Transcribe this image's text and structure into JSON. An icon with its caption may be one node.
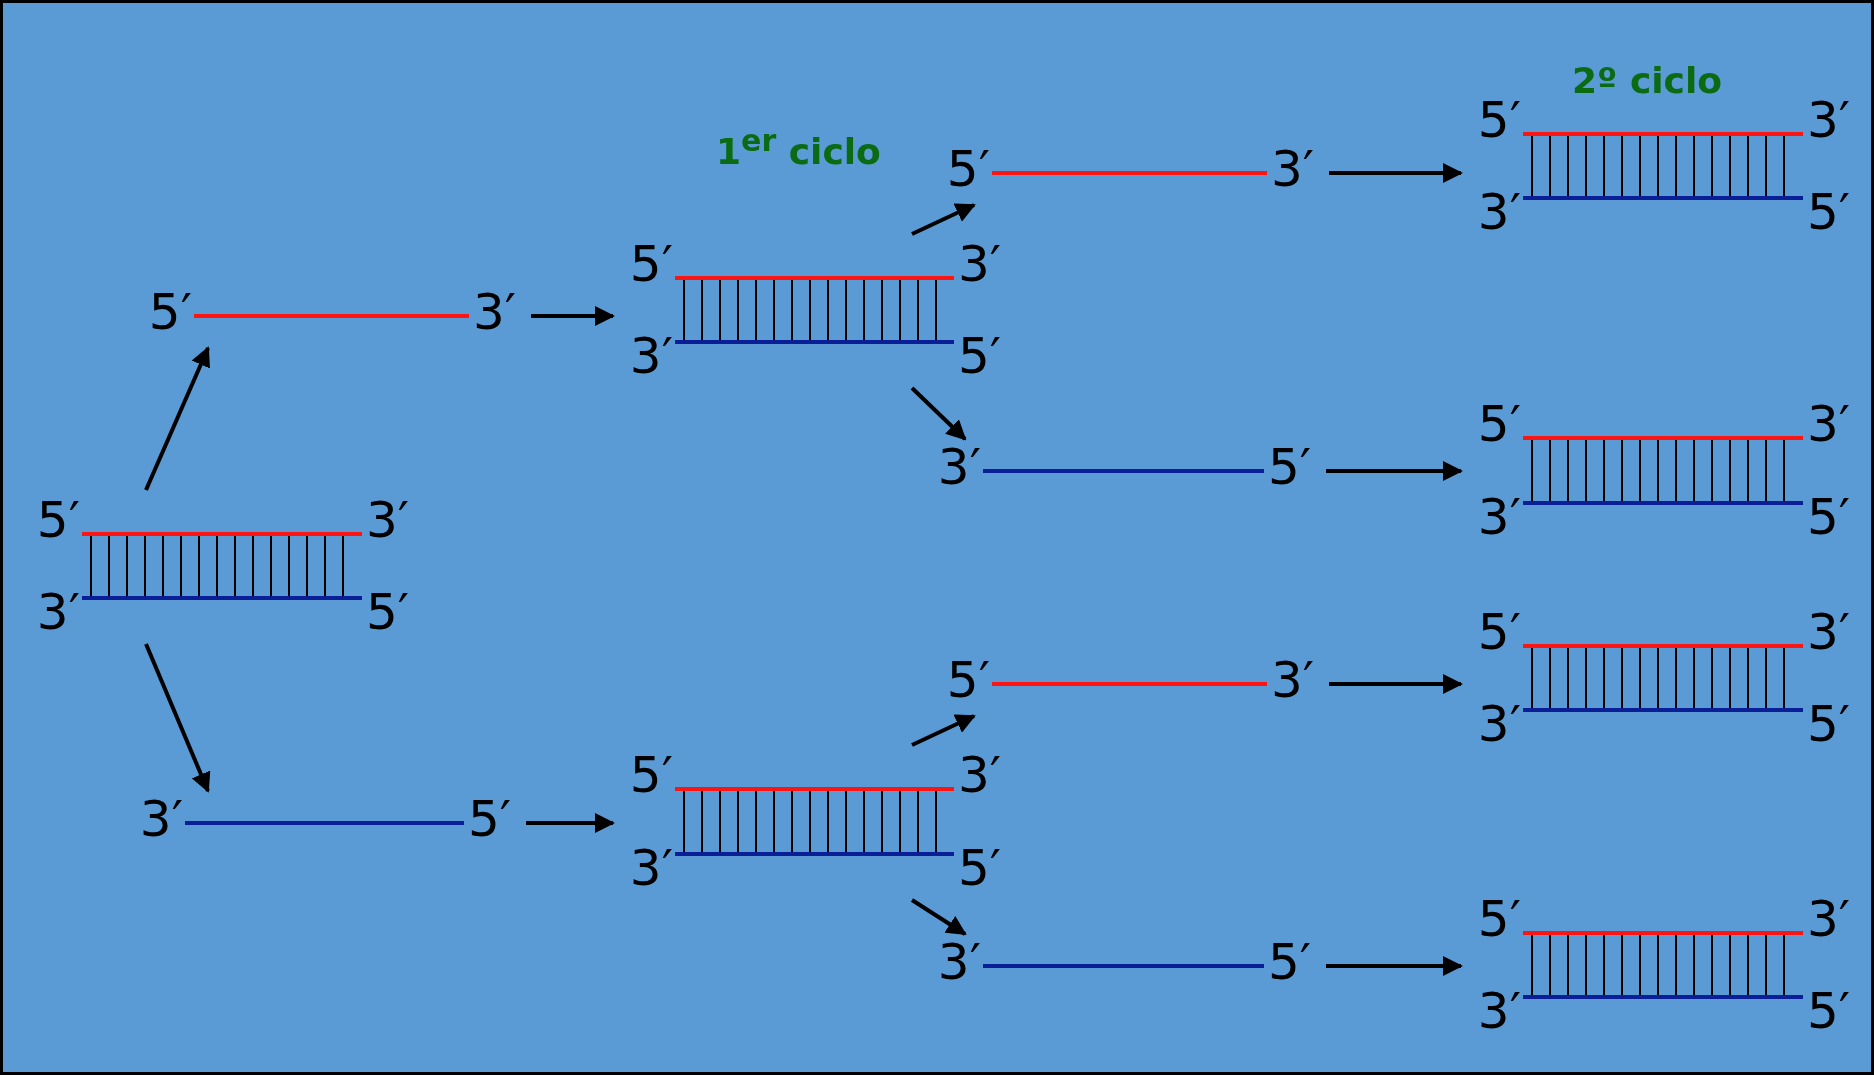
{
  "diagram": {
    "nodes": [
      {
        "text": [
          "5′",
          "3′",
          "3′",
          "5′"
        ]
      },
      {
        "text": [
          "5′",
          "3′"
        ]
      },
      {
        "text": [
          "3′",
          "5′"
        ]
      },
      {
        "text": [
          "5′",
          "3′",
          "3′",
          "5′"
        ]
      },
      {
        "text": [
          "5′",
          "3′",
          "3′",
          "5′"
        ]
      },
      {
        "text": [
          "5′",
          "3′"
        ]
      },
      {
        "text": [
          "3′",
          "5′"
        ]
      },
      {
        "text": [
          "5′",
          "3′"
        ]
      },
      {
        "text": [
          "3′",
          "5′"
        ]
      },
      {
        "text": [
          "5′",
          "3′",
          "3′",
          "5′"
        ]
      },
      {
        "text": [
          "5′",
          "3′",
          "3′",
          "5′"
        ]
      },
      {
        "text": [
          "5′",
          "3′",
          "3′",
          "5′"
        ]
      },
      {
        "text": [
          "5′",
          "3′",
          "3′",
          "5′"
        ]
      }
    ],
    "edges": [
      {
        "from": 0,
        "to": 1,
        "arrow": "to"
      },
      {
        "from": 0,
        "to": 2,
        "arrow": "to"
      },
      {
        "from": 1,
        "to": 3,
        "arrow": "to"
      },
      {
        "from": 2,
        "to": 4,
        "arrow": "to"
      },
      {
        "from": 3,
        "to": 5,
        "arrow": "to"
      },
      {
        "from": 3,
        "to": 6,
        "arrow": "to"
      },
      {
        "from": 4,
        "to": 7,
        "arrow": "to"
      },
      {
        "from": 4,
        "to": 8,
        "arrow": "to"
      },
      {
        "from": 5,
        "to": 9,
        "arrow": "to"
      },
      {
        "from": 6,
        "to": 10,
        "arrow": "to"
      },
      {
        "from": 7,
        "to": 11,
        "arrow": "to"
      },
      {
        "from": 8,
        "to": 12,
        "arrow": "to"
      }
    ],
    "labels": [
      "2º ciclo",
      "1$^{er}$ ciclo"
    ]
  }
}
